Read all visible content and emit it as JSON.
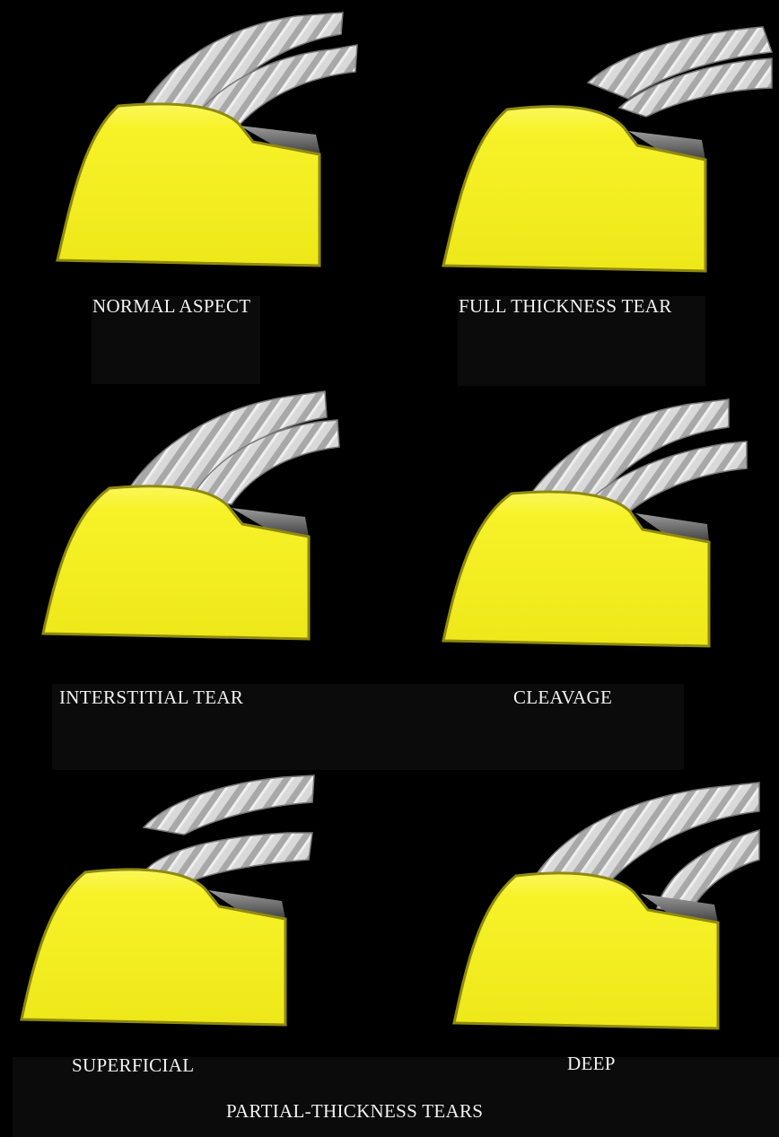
{
  "figure": {
    "panels": [
      {
        "id": "normal",
        "label": "NORMAL ASPECT"
      },
      {
        "id": "full",
        "label": "FULL THICKNESS TEAR"
      },
      {
        "id": "interstitial",
        "label": "INTERSTITIAL TEAR"
      },
      {
        "id": "cleavage",
        "label": "CLEAVAGE"
      },
      {
        "id": "superficial",
        "label": "SUPERFICIAL"
      },
      {
        "id": "deep",
        "label": "DEEP"
      }
    ],
    "group_caption": "PARTIAL-THICKNESS TEARS"
  },
  "colors": {
    "background": "#000000",
    "bone": "#f7f228",
    "bone_edge": "#8f8a10",
    "cartilage": "#6f6f6f",
    "tendon": "#cfcfcf",
    "label_panel": "#0b0b0b"
  },
  "icons": [
    "rope-tendon",
    "humeral-head"
  ]
}
